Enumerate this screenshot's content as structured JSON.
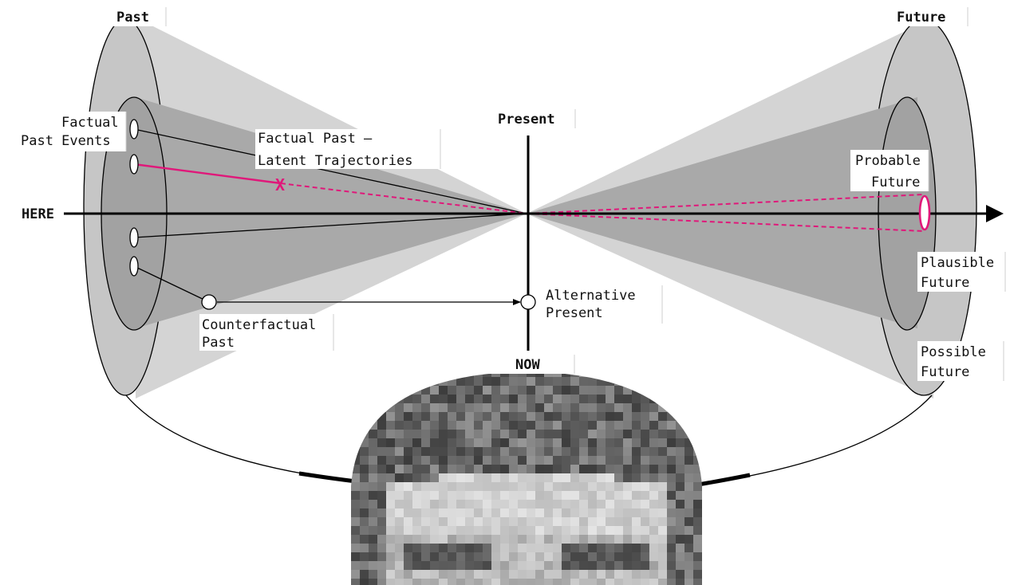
{
  "labels": {
    "past": "Past",
    "future": "Future",
    "present": "Present",
    "now": "NOW",
    "here": "HERE",
    "factual_past_events": [
      "Factual",
      "Past Events"
    ],
    "factual_past_latent": [
      "Factual Past –",
      "Latent Trajectories"
    ],
    "counterfactual_past": [
      "Counterfactual",
      "Past"
    ],
    "alternative_present": [
      "Alternative",
      "Present"
    ],
    "probable_future": [
      "Probable",
      "Future"
    ],
    "plausible_future": [
      "Plausible",
      "Future"
    ],
    "possible_future": [
      "Possible",
      "Future"
    ],
    "cancel_marker": "X"
  },
  "colors": {
    "outer_cone": "#d4d4d4",
    "inner_cone": "#a9a9a9",
    "outer_disc": "#c6c6c6",
    "inner_disc": "#a2a2a2",
    "line": "#000000",
    "highlight": "#e0187a",
    "label_bg": "#ffffff"
  },
  "portrait_icon": "pixelated-head-portrait"
}
